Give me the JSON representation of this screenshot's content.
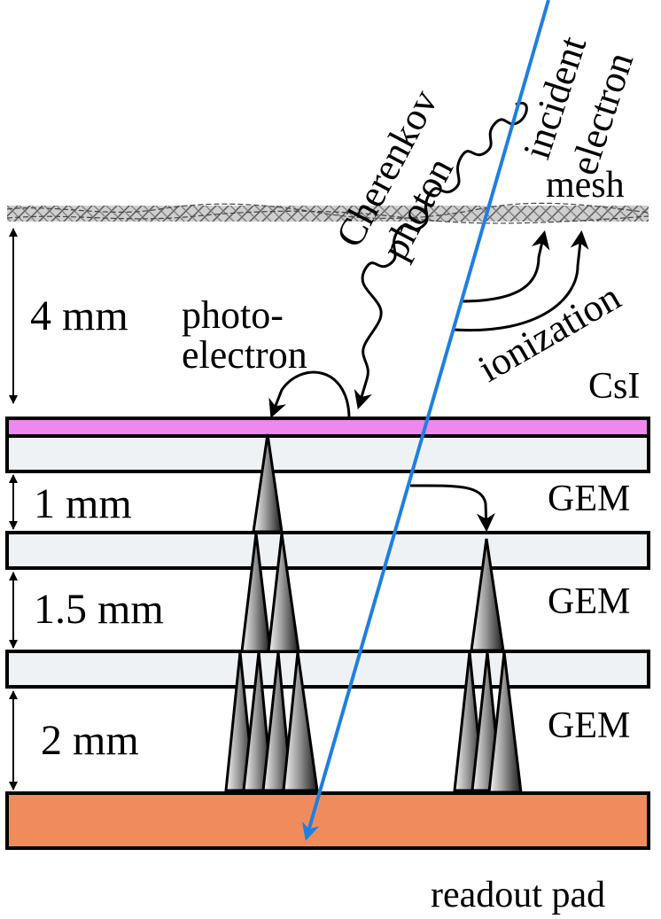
{
  "labels": {
    "incident": "incident",
    "electron": "electron",
    "cherenkov": "Cherenkov",
    "photon": "photon",
    "mesh": "mesh",
    "ionization": "ionization",
    "photo_1": "photo-",
    "photo_2": "electron",
    "csi": "CsI",
    "gem_1": "GEM",
    "gem_2": "GEM",
    "gem_3": "GEM",
    "readout": "readout pad"
  },
  "gaps": {
    "drift": "4 mm",
    "transfer_1": "1 mm",
    "transfer_2": "1.5 mm",
    "induction": "2 mm"
  },
  "colors": {
    "beam": "#1f7fe0",
    "csi": "#ee88ee",
    "gem_foil": "#eef2f5",
    "readout_pad": "#f08c5c",
    "mesh": "#9a9a9a",
    "outline": "#000000"
  }
}
